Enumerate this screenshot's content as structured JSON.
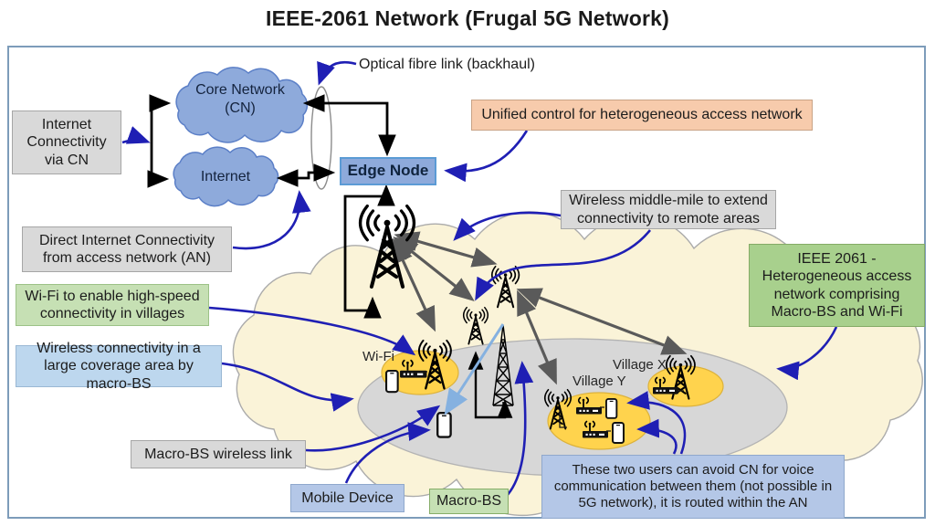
{
  "title": "IEEE-2061 Network (Frugal 5G Network)",
  "nodes": {
    "core_network": "Core Network (CN)",
    "internet": "Internet",
    "edge_node": "Edge Node"
  },
  "areas": {
    "wifi": "Wi-Fi",
    "village_x": "Village X",
    "village_y": "Village Y"
  },
  "annotations": {
    "internet_via_cn": "Internet Connectivity via CN",
    "optical_fibre": "Optical fibre link (backhaul)",
    "unified_control": "Unified control for heterogeneous access network",
    "direct_internet": "Direct Internet Connectivity from access network (AN)",
    "middle_mile": "Wireless middle-mile to extend connectivity to remote areas",
    "ieee_2061": "IEEE 2061 - Heterogeneous access network comprising Macro-BS and Wi-Fi",
    "wifi_villages": "Wi-Fi to enable high-speed connectivity in villages",
    "macro_coverage": "Wireless connectivity in a large coverage area by macro-BS",
    "macro_bs_link": "Macro-BS wireless link",
    "mobile_device": "Mobile Device",
    "macro_bs": "Macro-BS",
    "avoid_cn": "These two users can avoid CN for voice communication between them (not possible in 5G network), it is routed within the AN"
  },
  "colors": {
    "arrow_blue": "#1f1fb4",
    "arrow_gray": "#5a5a5a",
    "arrow_lightblue": "#85b1e0",
    "cloud_blue": "#8eaadb",
    "coverage_cloud": "#faf3d8",
    "coverage_ellipse": "#d7d7d7",
    "village_yellow": "#ffd34d",
    "box_gray": "#d9d9d9",
    "box_peach": "#f7cbac",
    "box_green": "#a8d08d",
    "box_lightgreen": "#c6e0b4",
    "box_blue": "#bdd7ee",
    "box_periwinkle": "#b4c7e7"
  }
}
